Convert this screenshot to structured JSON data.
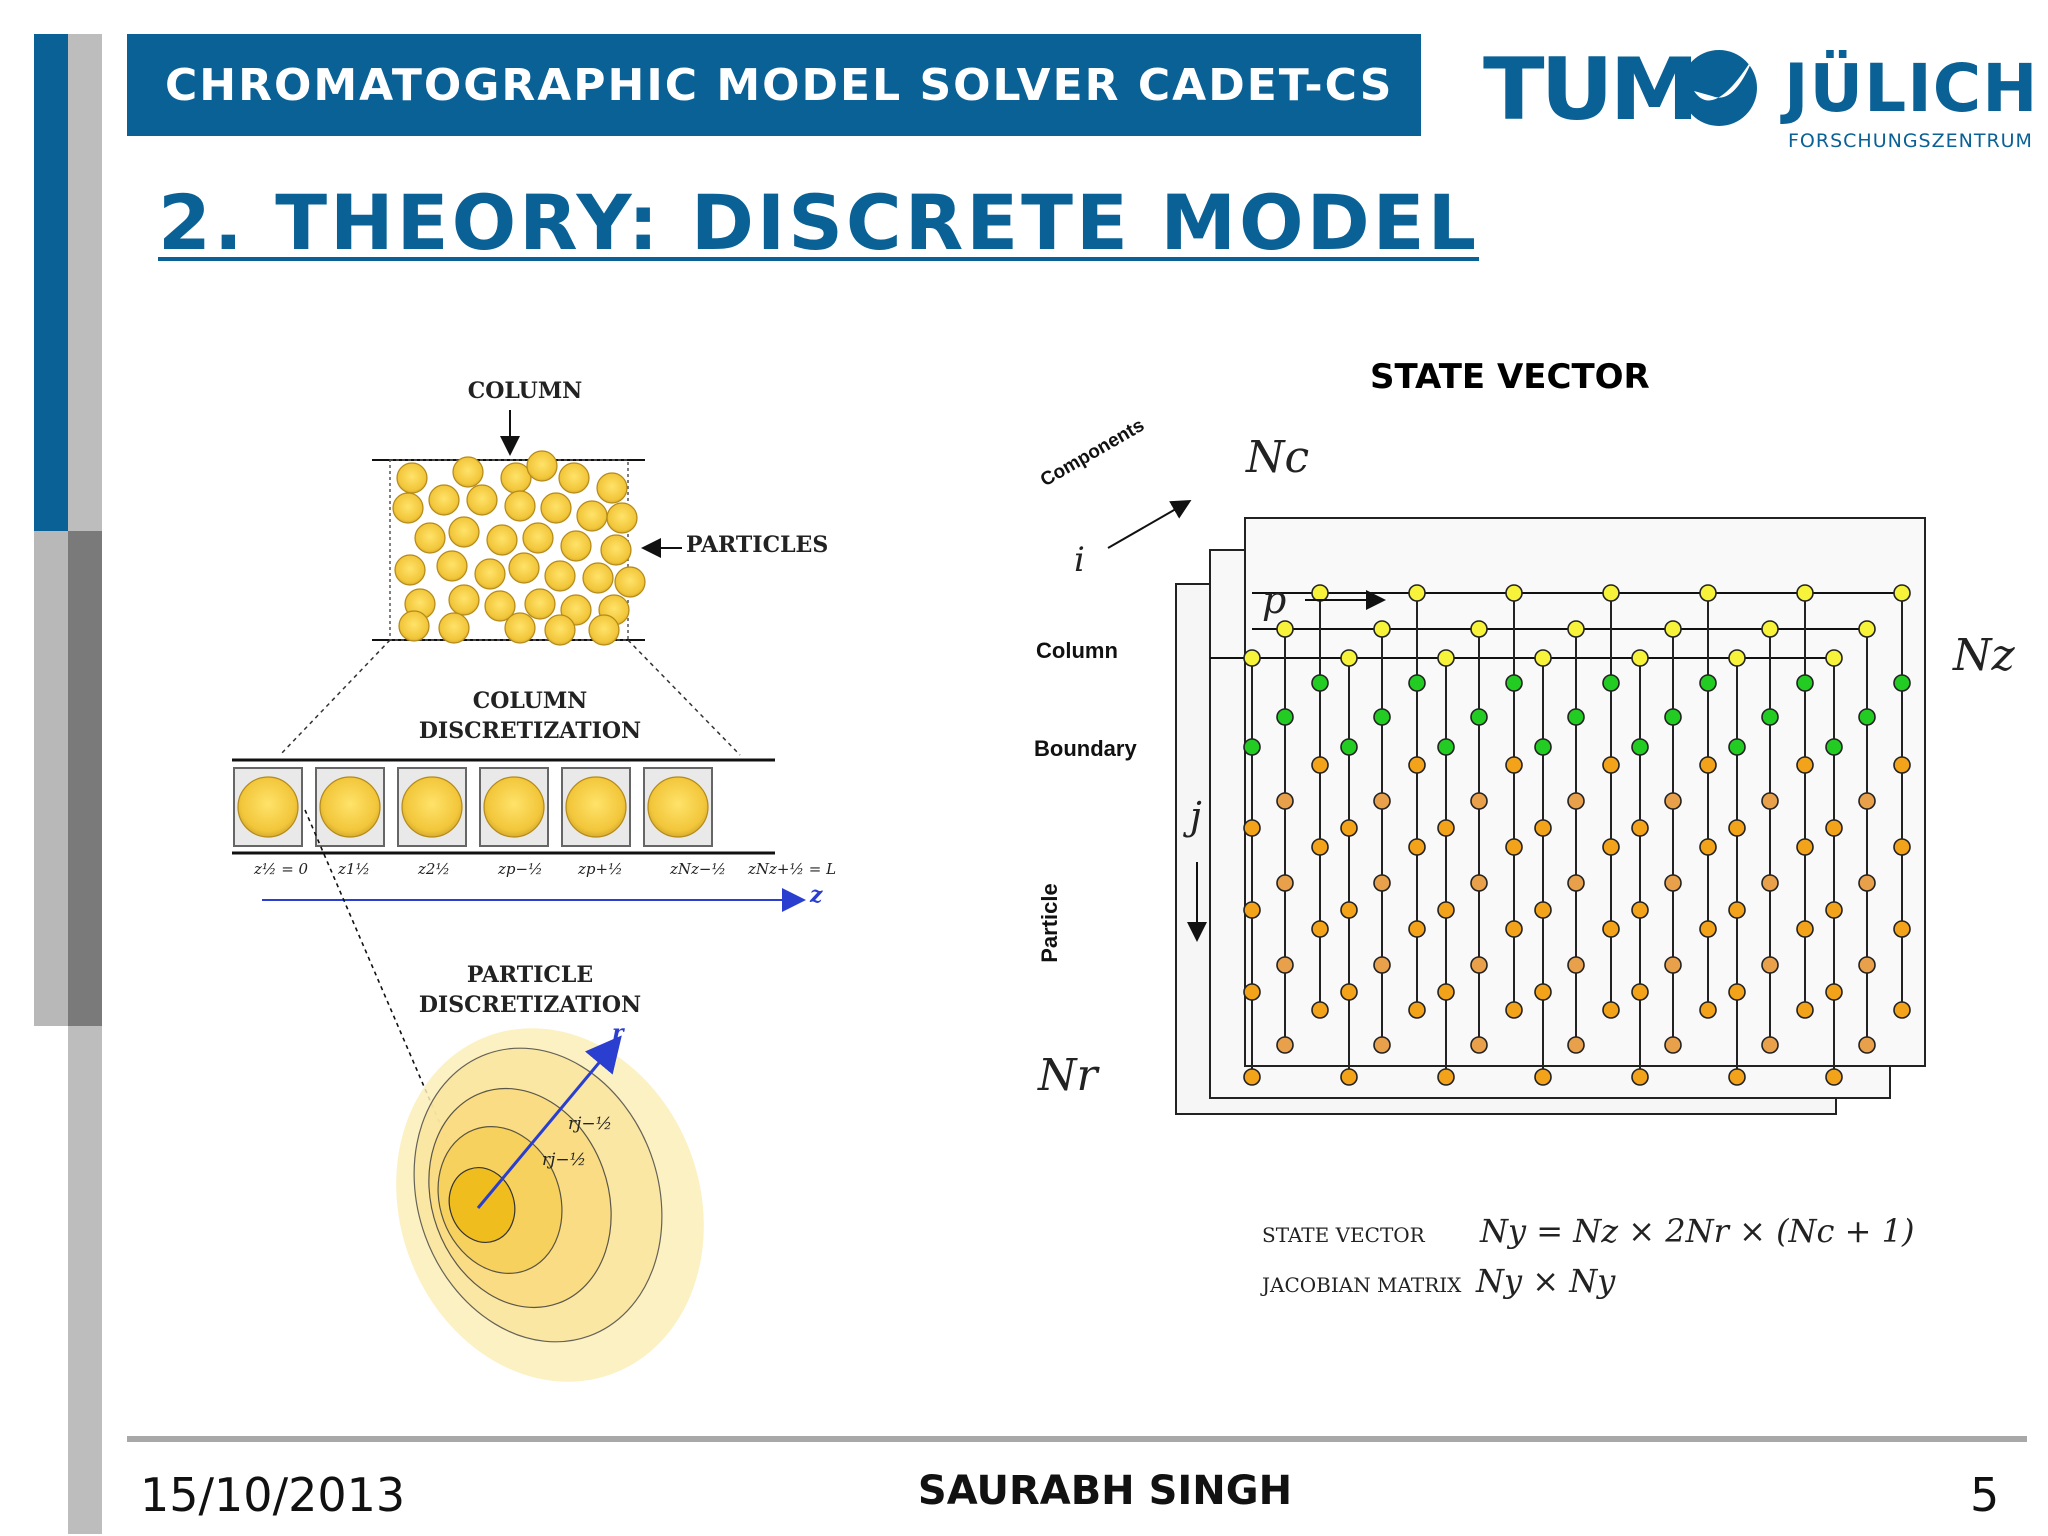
{
  "header": {
    "title": "CHROMATOGRAPHIC MODEL SOLVER CADET-CS"
  },
  "page_title": "2. THEORY: DISCRETE MODEL",
  "logos": {
    "tum": "TUM",
    "julich": "JÜLICH",
    "julich_sub": "FORSCHUNGSZENTRUM"
  },
  "left_diagram": {
    "column_label": "COLUMN",
    "particles_label": "PARTICLES",
    "column_discretization": [
      "COLUMN",
      "DISCRETIZATION"
    ],
    "particle_discretization": [
      "PARTICLE",
      "DISCRETIZATION"
    ],
    "z_ticks": [
      "z½ = 0",
      "z1½",
      "z2½",
      "zp−½",
      "zp+½",
      "zNz−½",
      "zNz+½ = L"
    ],
    "z_axis": "z",
    "r_axis": "r",
    "r_labels": [
      "rj−½",
      "rj−½"
    ]
  },
  "right_diagram": {
    "title": "STATE VECTOR",
    "components_label": "Components",
    "column_label": "Column",
    "boundary_label": "Boundary",
    "particle_label": "Particle",
    "Nc": "Nc",
    "Nz": "Nz",
    "Nr": "Nr",
    "i": "i",
    "p": "p",
    "j": "j",
    "formulas": [
      {
        "label": "STATE VECTOR",
        "expr": "Ny = Nz × 2Nr × (Nc + 1)"
      },
      {
        "label": "JACOBIAN MATRIX",
        "expr": "Ny × Ny"
      }
    ]
  },
  "footer": {
    "date": "15/10/2013",
    "author": "SAURABH SINGH",
    "page": "5"
  },
  "colors": {
    "brand_blue": "#0a6196",
    "particle_yellow": "#f5d23c",
    "node_yellow": "#f7f23a",
    "node_green": "#22cc22",
    "node_orange": "#f2a31a",
    "node_light_orange": "#e8a04a"
  }
}
